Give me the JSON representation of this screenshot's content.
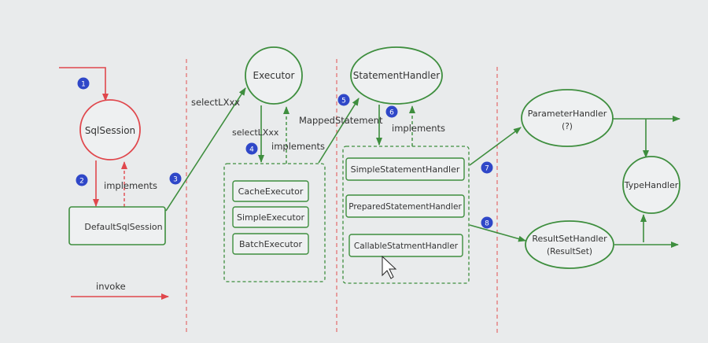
{
  "nodes": {
    "sqlsession": "SqlSession",
    "default_sqlsession": "DefaultSqlSession",
    "executor": "Executor",
    "cache_executor": "CacheExecutor",
    "simple_executor": "SimpleExecutor",
    "batch_executor": "BatchExecutor",
    "statement_handler": "StatementHandler",
    "simple_statement_handler": "SimpleStatementHandler",
    "prepared_statement_handler": "PreparedStatementHandler",
    "callable_statement_handler": "CallableStatmentHandler",
    "parameter_handler": "ParameterHandler",
    "parameter_handler_sub": "(?)",
    "type_handler": "TypeHandler",
    "resultset_handler": "ResultSetHandler",
    "resultset_handler_sub": "(ResultSet)"
  },
  "labels": {
    "implements_1": "implements",
    "select_1": "selectLXxx",
    "select_2": "selectLXxx",
    "implements_2": "implements",
    "mapped_statement": "MappedStatement",
    "implements_3": "implements",
    "invoke": "invoke"
  },
  "steps": [
    "1",
    "2",
    "3",
    "4",
    "5",
    "6",
    "7",
    "8"
  ],
  "colors": {
    "green": "#3e8e3e",
    "red": "#e0474c",
    "badge": "#2f47c8",
    "divider": "#e36a6a"
  }
}
